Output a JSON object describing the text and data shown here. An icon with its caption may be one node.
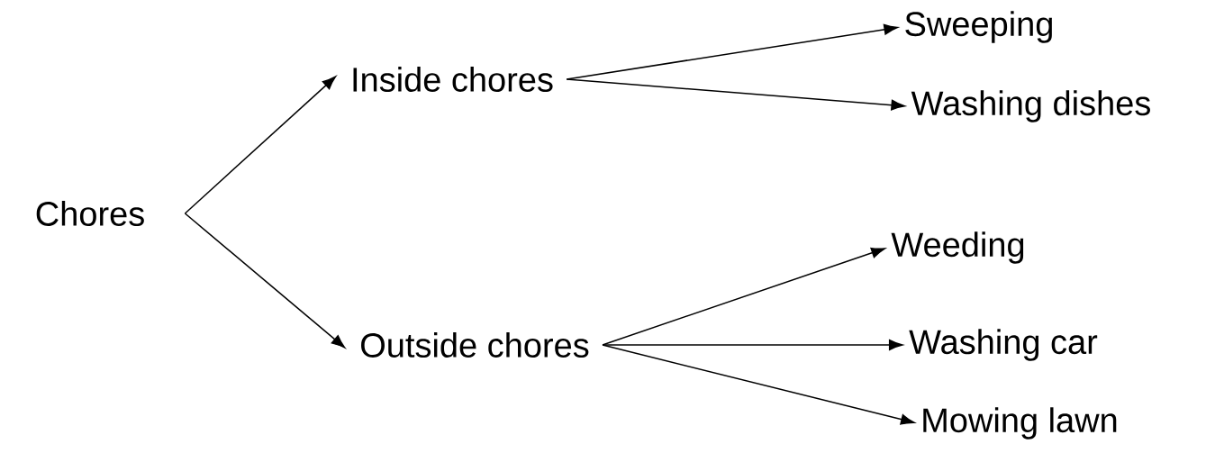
{
  "diagram": {
    "nodes": [
      {
        "text": [
          "Chores"
        ]
      },
      {
        "text": [
          "Inside chores"
        ]
      },
      {
        "text": [
          "Outside chores"
        ]
      },
      {
        "text": [
          "Sweeping"
        ]
      },
      {
        "text": [
          "Washing dishes"
        ]
      },
      {
        "text": [
          "Weeding"
        ]
      },
      {
        "text": [
          "Washing car"
        ]
      },
      {
        "text": [
          "Mowing lawn"
        ]
      }
    ],
    "edges": [
      {
        "from": 0,
        "to": 1,
        "arrow": "to"
      },
      {
        "from": 0,
        "to": 2,
        "arrow": "to"
      },
      {
        "from": 1,
        "to": 3,
        "arrow": "to"
      },
      {
        "from": 1,
        "to": 4,
        "arrow": "to"
      },
      {
        "from": 2,
        "to": 5,
        "arrow": "to"
      },
      {
        "from": 2,
        "to": 6,
        "arrow": "to"
      },
      {
        "from": 2,
        "to": 7,
        "arrow": "to"
      }
    ]
  }
}
